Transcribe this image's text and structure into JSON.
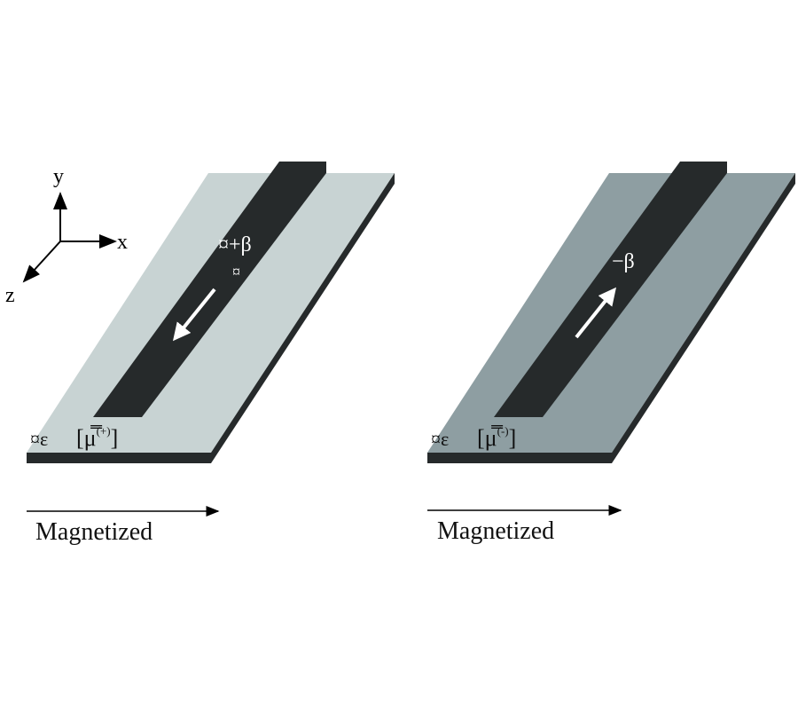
{
  "axes": {
    "x": "x",
    "y": "y",
    "z": "z"
  },
  "left_panel": {
    "beta_label": "¤+β",
    "beta_sub_glyph": "¤",
    "permittivity_symbol": "¤ε",
    "permeability_label": "[μ̿",
    "permeability_sup": "(+)",
    "permeability_close": "]",
    "caption": "Magnetized",
    "substrate_color": "#c8d3d3",
    "strip_color": "#262a2b"
  },
  "right_panel": {
    "beta_label": "−β",
    "permittivity_symbol": "¤ε",
    "permeability_label": "[μ̿",
    "permeability_sup": "(-)",
    "permeability_close": "]",
    "caption": "Magnetized",
    "substrate_color": "#8e9ea2",
    "strip_color": "#262a2b"
  }
}
